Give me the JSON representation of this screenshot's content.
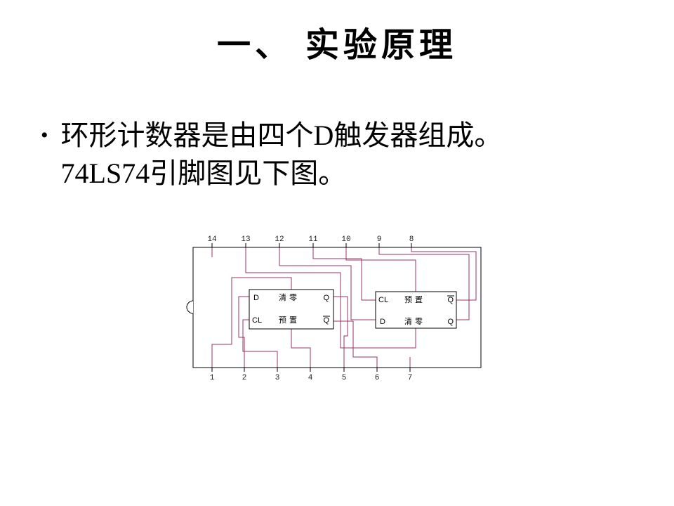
{
  "slide": {
    "title": "一、 实验原理",
    "bullet_char": "•",
    "bullet": {
      "line1": "环形计数器是由四个D触发器组成。",
      "line2": "74LS74引脚图见下图。"
    }
  },
  "diagram": {
    "wire_color": "#993366",
    "outline_color": "#000000",
    "top_pins": [
      "14",
      "13",
      "12",
      "11",
      "10",
      "9",
      "8"
    ],
    "bottom_pins": [
      "1",
      "2",
      "3",
      "4",
      "5",
      "6",
      "7"
    ],
    "left_block": {
      "r1c1": "D",
      "r1c2": "清零",
      "r1c3": "Q",
      "r2c1": "CL",
      "r2c2": "预置",
      "r2c3": "Q"
    },
    "right_block": {
      "r1c1": "CL",
      "r1c2": "预置",
      "r1c3": "Q",
      "r2c1": "D",
      "r2c2": "清零",
      "r2c3": "Q"
    }
  }
}
